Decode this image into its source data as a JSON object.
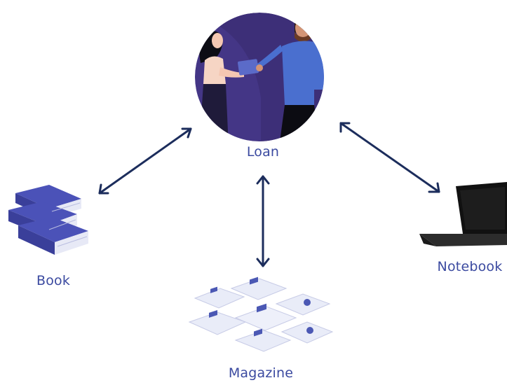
{
  "colors": {
    "label": "#3b4aa0",
    "arrow": "#1c2d5c",
    "circle_bg": "#3d2f78",
    "circle_hi": "#4b3d92",
    "book_cover": "#4b52b8",
    "book_spine": "#3a3f9a",
    "book_pages": "#e7e9f6",
    "magazine_page": "#e9ecf8",
    "magazine_accent": "#4b58b4",
    "laptop_body": "#111111",
    "laptop_base": "#2c2c2c"
  },
  "nodes": {
    "loan": {
      "label": "Loan",
      "icon": "handover-people-icon"
    },
    "book": {
      "label": "Book",
      "icon": "book-stack-icon"
    },
    "magazine": {
      "label": "Magazine",
      "icon": "magazine-pile-icon"
    },
    "notebook": {
      "label": "Notebook",
      "icon": "laptop-icon"
    }
  },
  "relationships": [
    {
      "from": "loan",
      "to": "book",
      "direction": "bidirectional"
    },
    {
      "from": "loan",
      "to": "magazine",
      "direction": "bidirectional"
    },
    {
      "from": "loan",
      "to": "notebook",
      "direction": "bidirectional"
    }
  ]
}
